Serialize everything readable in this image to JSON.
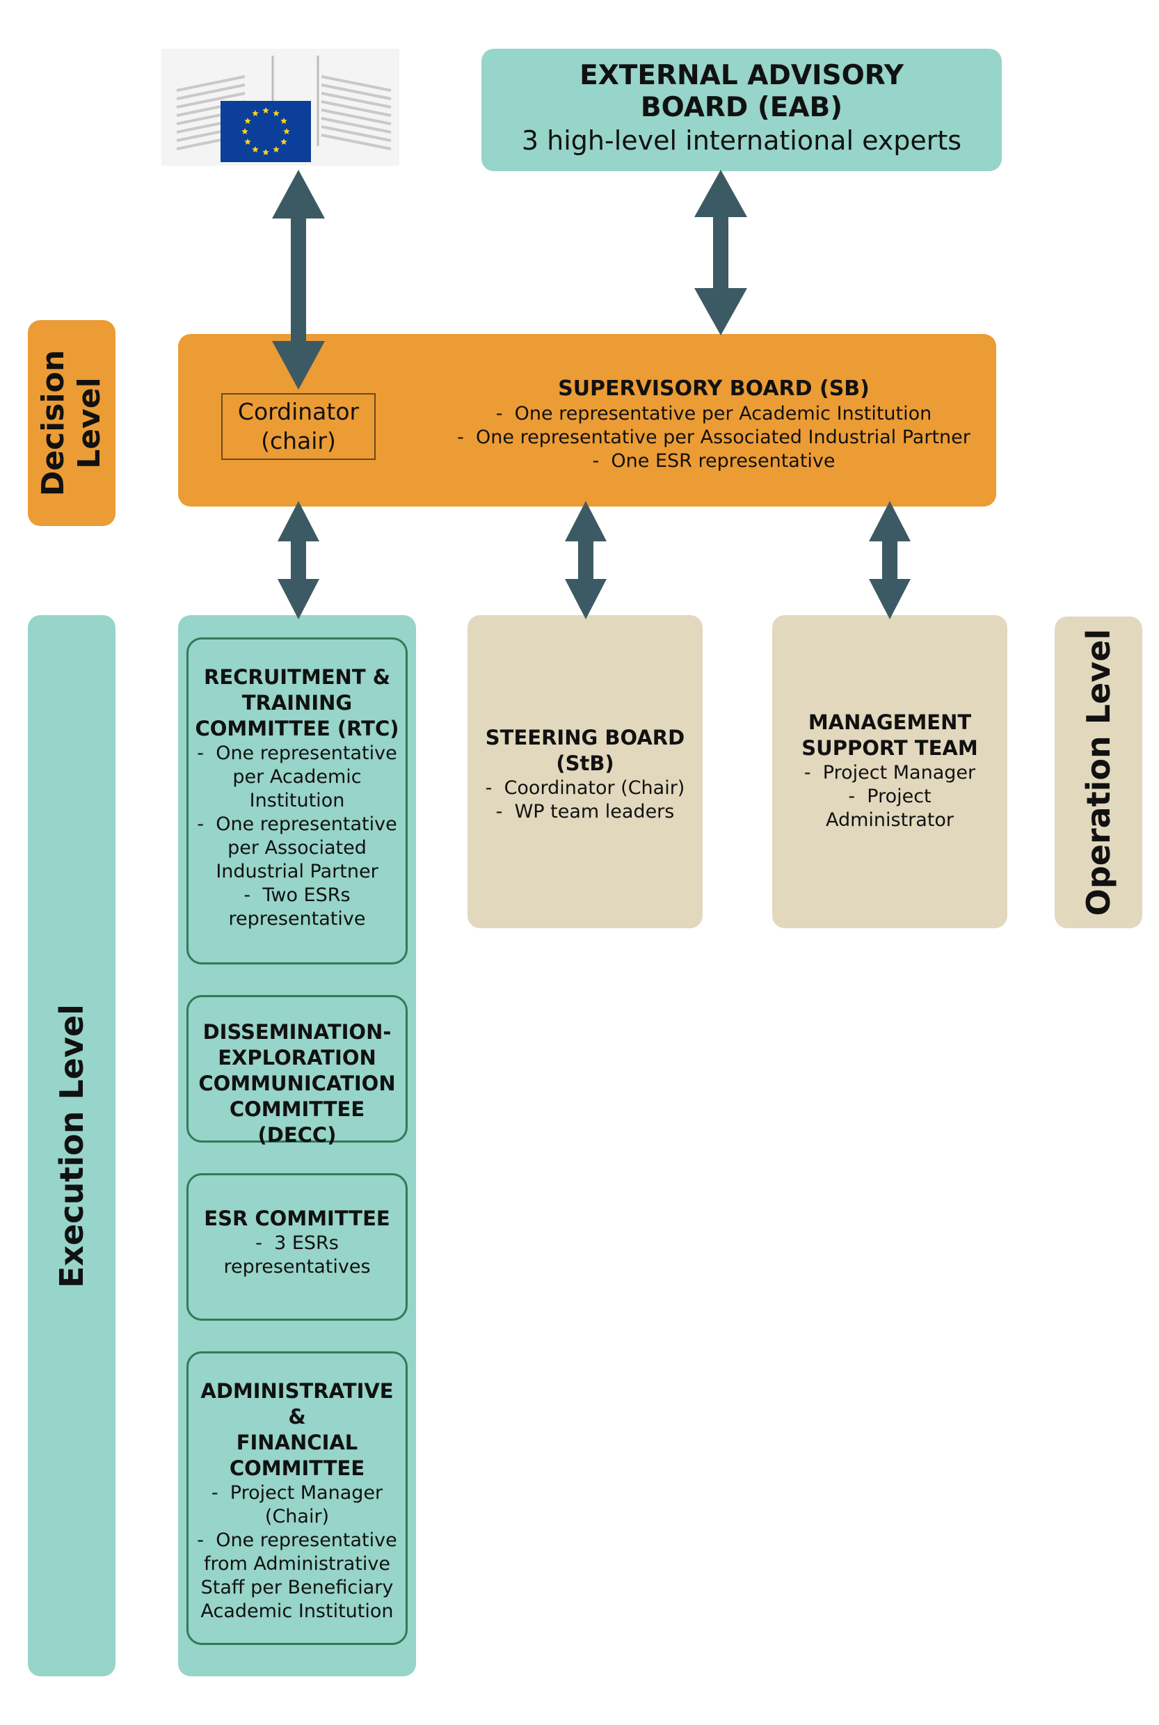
{
  "eab": {
    "title_line1": "EXTERNAL ADVISORY",
    "title_line2": "BOARD (EAB)",
    "subtitle": "3 high-level international experts"
  },
  "levels": {
    "decision": [
      "Decision",
      "Level"
    ],
    "execution": "Execution Level",
    "operation": "Operation Level"
  },
  "supervisory": {
    "coordinator": [
      "Cordinator",
      "(chair)"
    ],
    "title": "SUPERVISORY BOARD (SB)",
    "items": [
      "One representative per Academic Institution",
      "One representative per Associated Industrial Partner",
      "One ESR representative"
    ]
  },
  "committees": [
    {
      "title": [
        "RECRUITMENT &",
        "TRAINING",
        "COMMITTEE (RTC)"
      ],
      "items": [
        "One representative per Academic Institution",
        "One representative per Associated Industrial Partner",
        "Two ESRs representative"
      ]
    },
    {
      "title": [
        "DISSEMINATION-",
        "EXPLORATION",
        "COMMUNICATION",
        "COMMITTEE (DECC)"
      ],
      "items": []
    },
    {
      "title": [
        "ESR COMMITTEE"
      ],
      "items": [
        "3 ESRs representatives"
      ]
    },
    {
      "title": [
        "ADMINISTRATIVE &",
        "FINANCIAL",
        "COMMITTEE"
      ],
      "items": [
        "Project Manager (Chair)",
        "One representative from Administrative Staff per Beneficiary Academic Institution"
      ]
    }
  ],
  "steering": {
    "title": [
      "STEERING BOARD",
      "(StB)"
    ],
    "items": [
      "Coordinator (Chair)",
      "WP team leaders"
    ]
  },
  "management": {
    "title": [
      "MANAGEMENT",
      "SUPPORT TEAM"
    ],
    "items": [
      "Project Manager",
      "Project Administrator"
    ]
  },
  "colors": {
    "teal": "#97d4c9",
    "orange": "#ec9c35",
    "beige": "#e2d8bd",
    "arrow": "#3c5a63",
    "eu_blue": "#0c3f9a",
    "eu_star": "#ffd617"
  },
  "icons": {
    "eu_logo": "eu-commission-logo"
  }
}
